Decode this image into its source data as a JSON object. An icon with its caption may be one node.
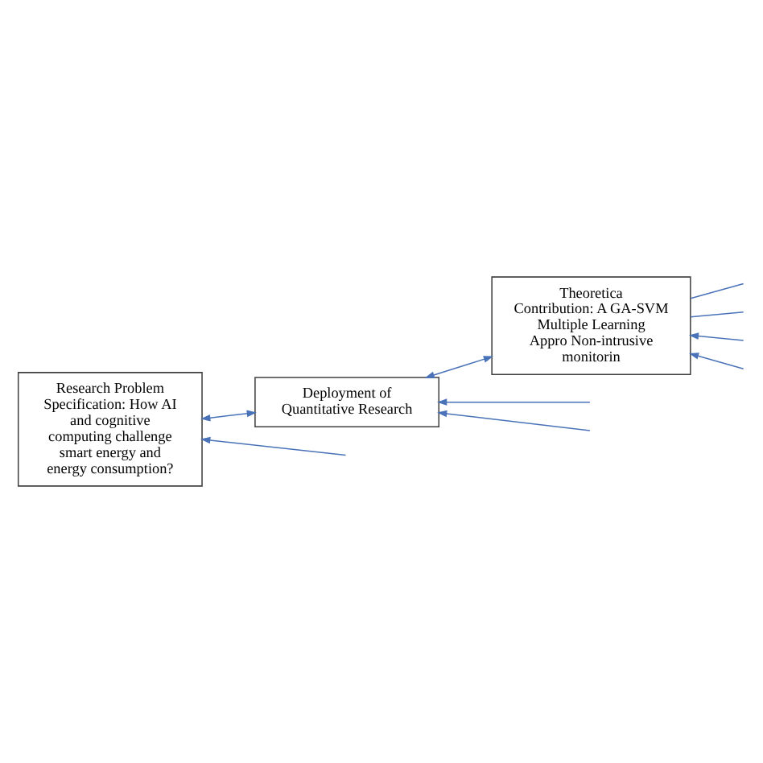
{
  "diagram": {
    "nodes": [
      {
        "text": [
          "Research Problem Specification: How AI and cognitive computing challenge smart energy and energy consumption?"
        ]
      },
      {
        "text": [
          "Deployment of Quantitative Research"
        ]
      },
      {
        "text": [
          "Theoretica Contribution: A GA-SVM Multiple Learning Appro Non-intrusive monitorin"
        ]
      }
    ],
    "edges": [
      {
        "from": 0,
        "to": 1,
        "arrow": "both"
      },
      {
        "from": 1,
        "to": 2,
        "arrow": "both"
      },
      {
        "from": null,
        "to": 1,
        "arrow": "to"
      },
      {
        "from": null,
        "to": 0,
        "arrow": "to"
      },
      {
        "from": null,
        "to": 1,
        "arrow": "to"
      },
      {
        "from": 2,
        "to": null,
        "arrow": "none"
      },
      {
        "from": 2,
        "to": null,
        "arrow": "none"
      },
      {
        "from": null,
        "to": 2,
        "arrow": "to"
      },
      {
        "from": null,
        "to": 2,
        "arrow": "to"
      }
    ]
  }
}
